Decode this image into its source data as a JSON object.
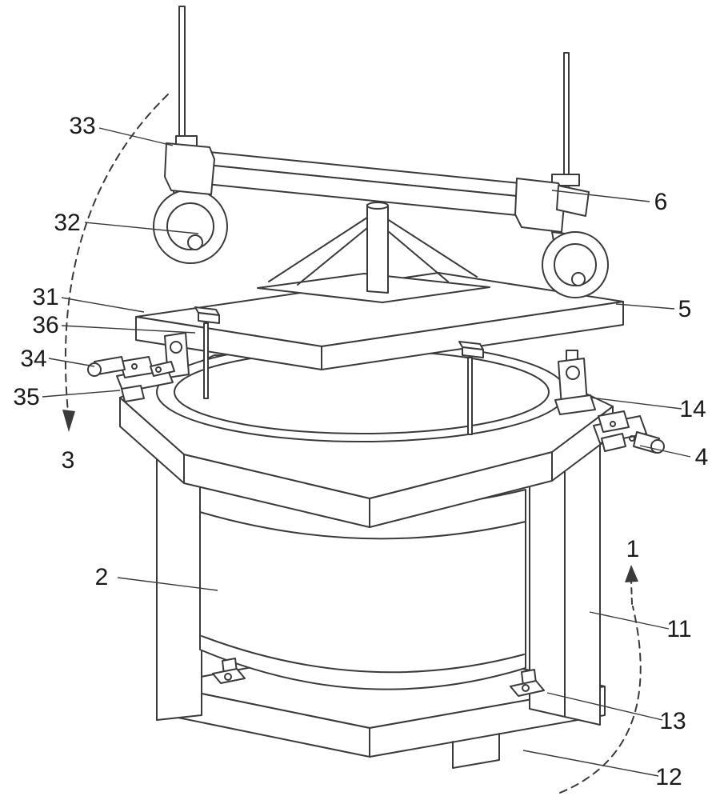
{
  "figure": {
    "background_color": "#ffffff",
    "line_color": "#3a3a3a",
    "label_color": "#1a1a1a"
  },
  "labels": {
    "r1": "1",
    "r2": "2",
    "r3": "3",
    "r4": "4",
    "r5": "5",
    "r6": "6",
    "r11": "11",
    "r12": "12",
    "r13": "13",
    "r14": "14",
    "r31": "31",
    "r32": "32",
    "r33": "33",
    "r34": "34",
    "r35": "35",
    "r36": "36"
  }
}
